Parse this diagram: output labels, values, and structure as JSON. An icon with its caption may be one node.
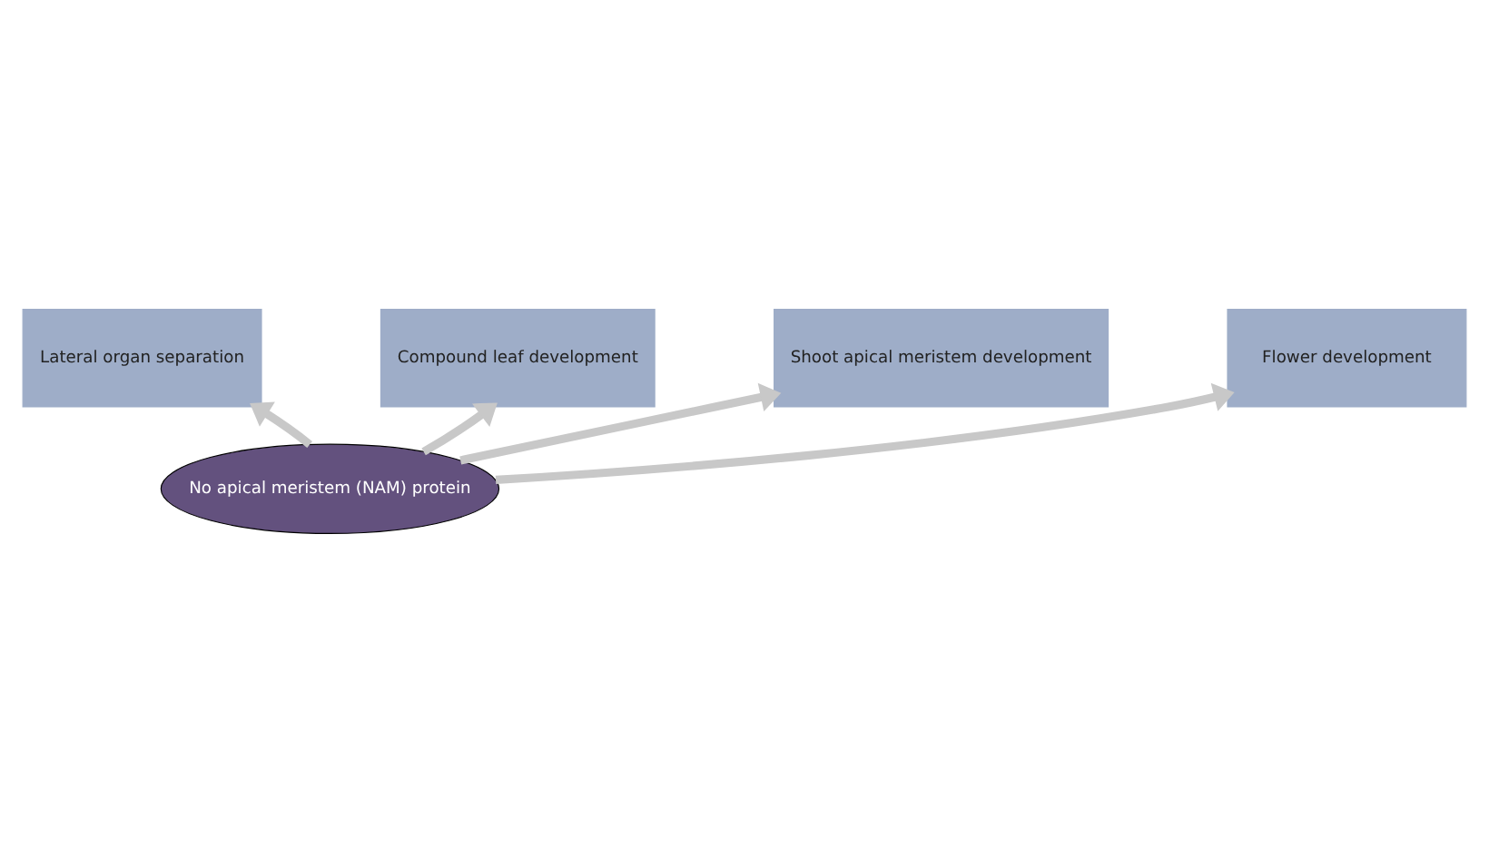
{
  "diagram": {
    "nodes": [
      {
        "text": [
          "No apical meristem (NAM) protein"
        ]
      },
      {
        "text": [
          "Lateral organ separation"
        ]
      },
      {
        "text": [
          "Compound leaf development"
        ]
      },
      {
        "text": [
          "Shoot apical meristem development"
        ]
      },
      {
        "text": [
          "Flower development"
        ]
      }
    ],
    "edges": [
      {
        "from": 0,
        "to": 1,
        "arrow": "to"
      },
      {
        "from": 0,
        "to": 2,
        "arrow": "to"
      },
      {
        "from": 0,
        "to": 3,
        "arrow": "to"
      },
      {
        "from": 0,
        "to": 4,
        "arrow": "to"
      }
    ]
  }
}
